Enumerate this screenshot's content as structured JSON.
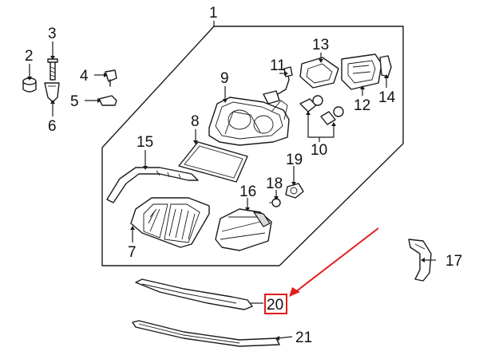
{
  "diagram": {
    "callouts": [
      {
        "id": "c1",
        "text": "1"
      },
      {
        "id": "c2",
        "text": "2"
      },
      {
        "id": "c3",
        "text": "3"
      },
      {
        "id": "c4",
        "text": "4"
      },
      {
        "id": "c5",
        "text": "5"
      },
      {
        "id": "c6",
        "text": "6"
      },
      {
        "id": "c7",
        "text": "7"
      },
      {
        "id": "c8",
        "text": "8"
      },
      {
        "id": "c9",
        "text": "9"
      },
      {
        "id": "c10",
        "text": "10"
      },
      {
        "id": "c11",
        "text": "11"
      },
      {
        "id": "c12",
        "text": "12"
      },
      {
        "id": "c13",
        "text": "13"
      },
      {
        "id": "c14",
        "text": "14"
      },
      {
        "id": "c15",
        "text": "15"
      },
      {
        "id": "c16",
        "text": "16"
      },
      {
        "id": "c17",
        "text": "17"
      },
      {
        "id": "c18",
        "text": "18"
      },
      {
        "id": "c19",
        "text": "19"
      },
      {
        "id": "c20",
        "text": "20"
      },
      {
        "id": "c21",
        "text": "21"
      }
    ],
    "highlight": {
      "callout": "20",
      "color": "#e31b1b"
    },
    "line_color": "#1a1a1a"
  }
}
